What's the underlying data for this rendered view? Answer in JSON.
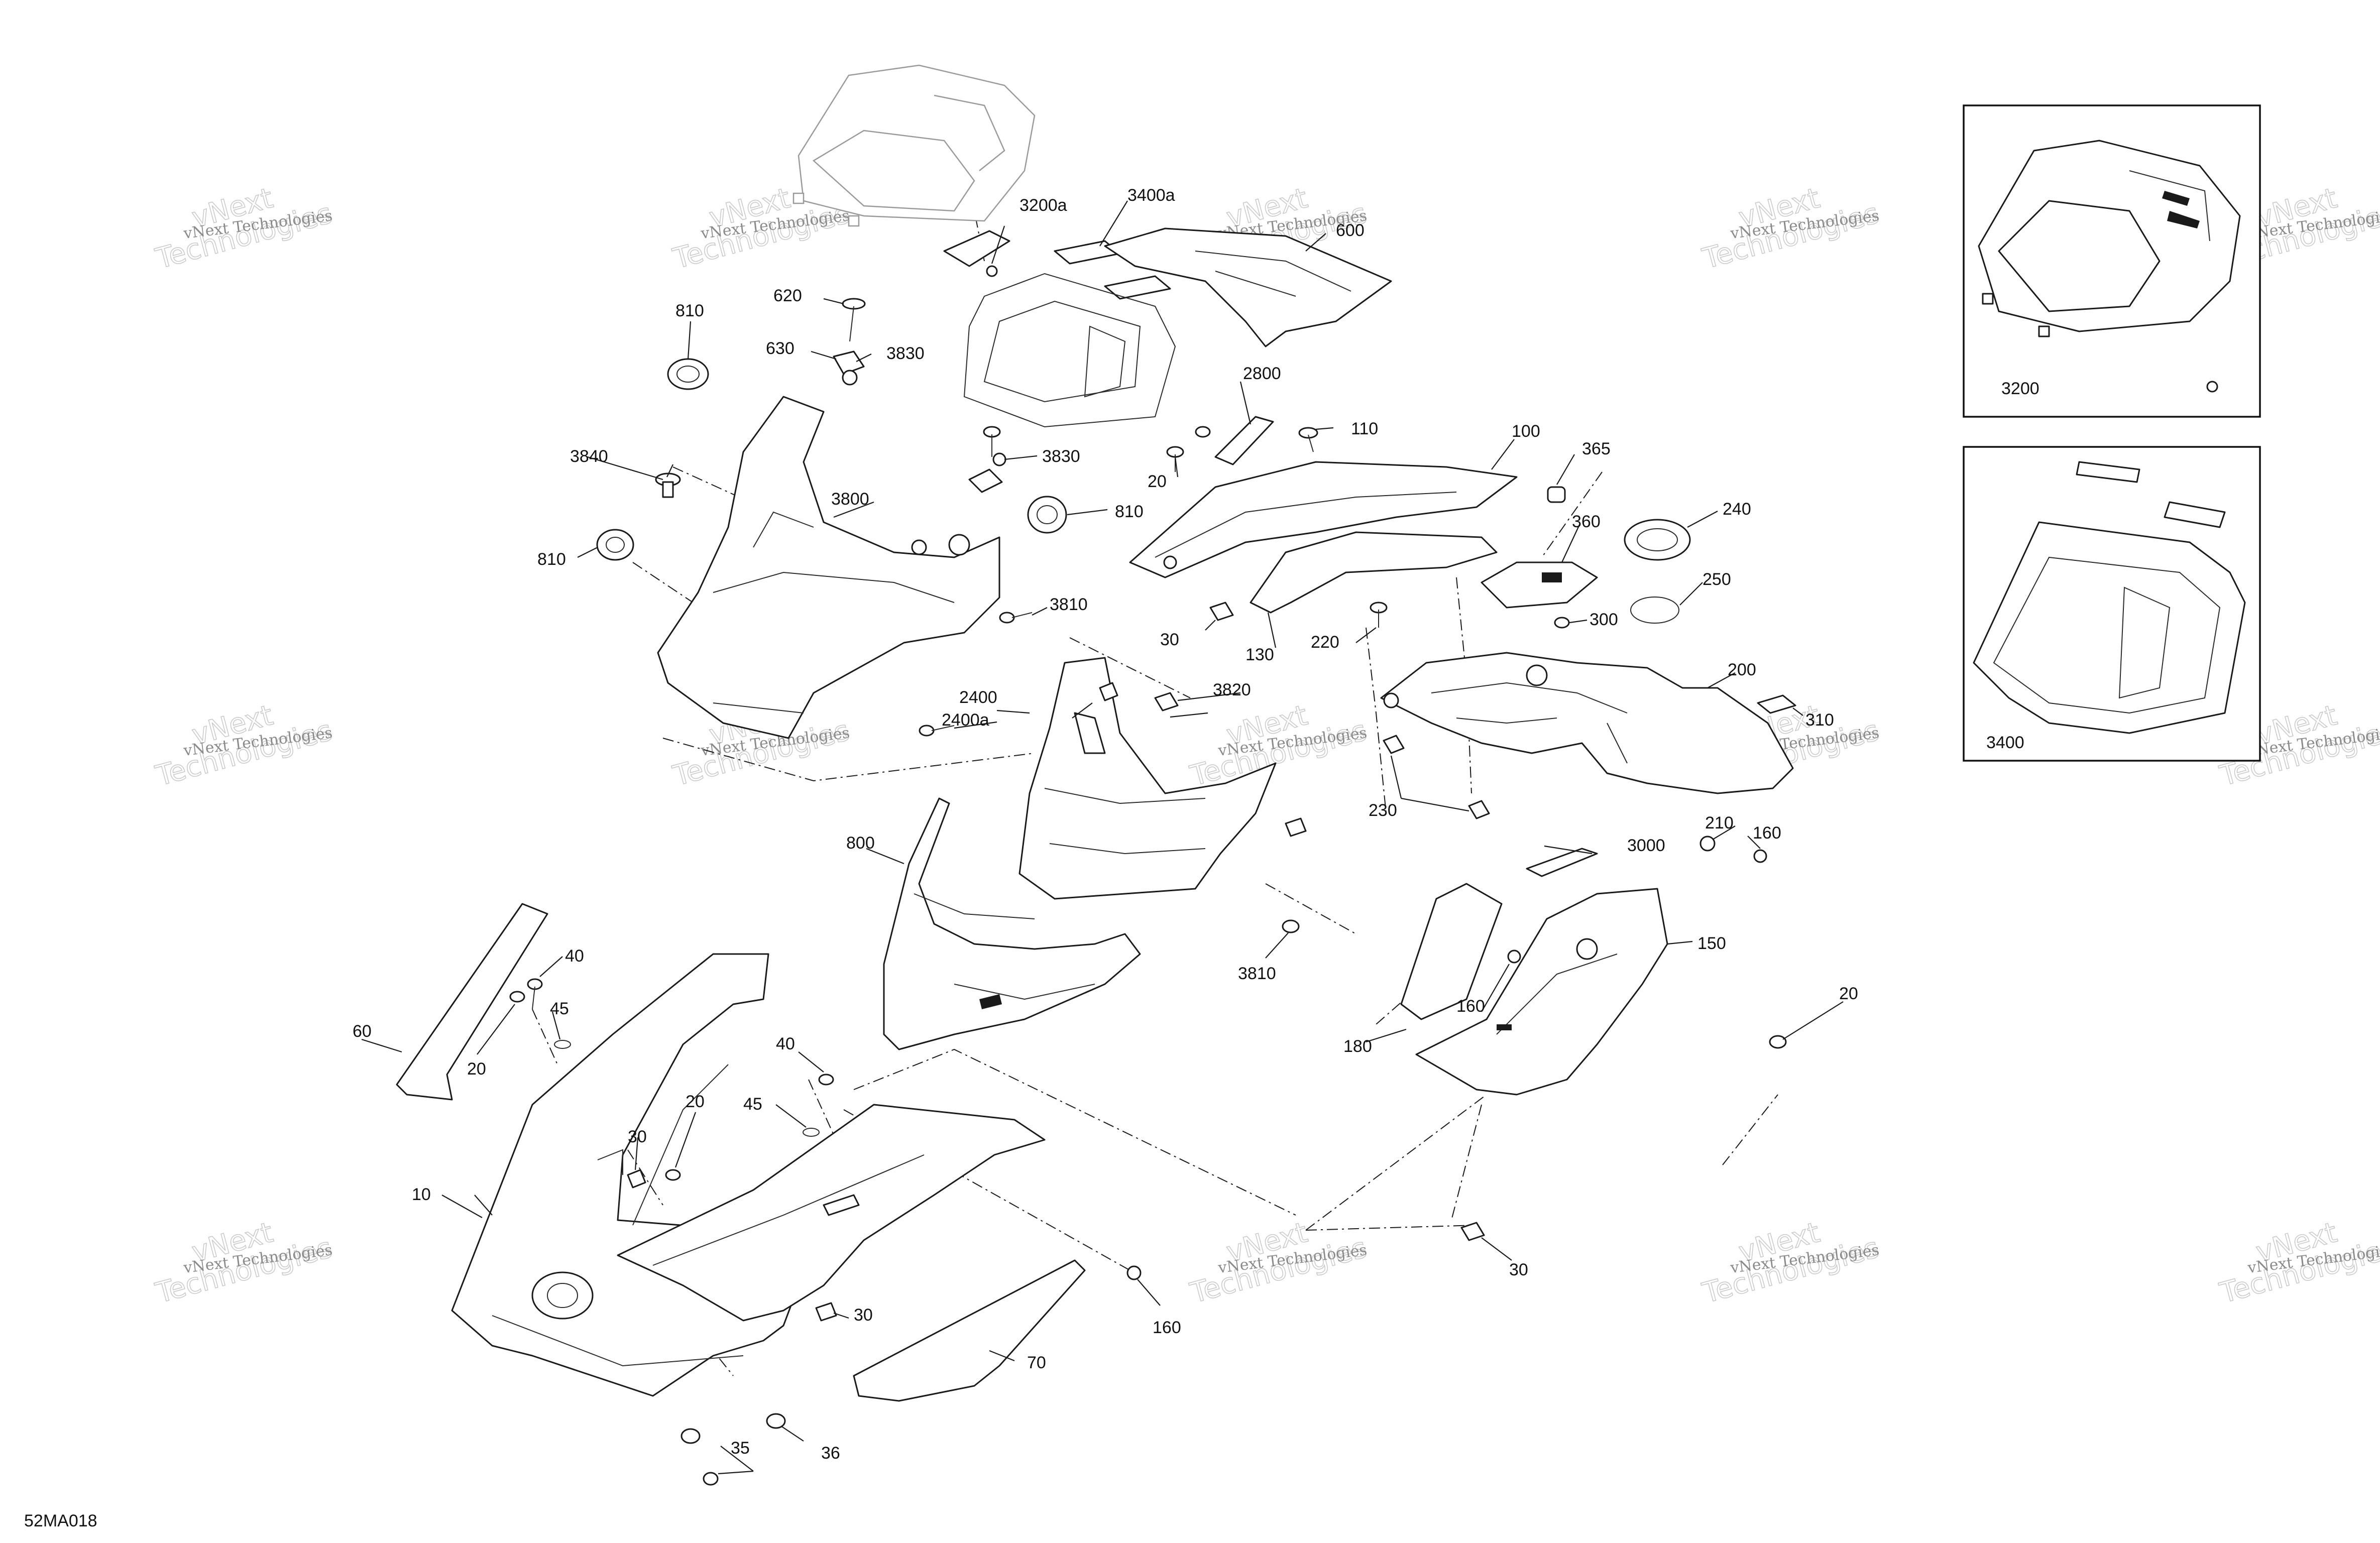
{
  "figure_code": "52MA018",
  "watermark": {
    "small": "vNext Technologies",
    "big_line1": "vNext",
    "big_line2": "Technologies"
  },
  "callouts": {
    "c10": "10",
    "c20a": "20",
    "c20b": "20",
    "c20c": "20",
    "c20d": "20",
    "c30a": "30",
    "c30b": "30",
    "c30c": "30",
    "c30d": "30",
    "c35": "35",
    "c36": "36",
    "c40a": "40",
    "c40b": "40",
    "c45a": "45",
    "c45b": "45",
    "c60": "60",
    "c70": "70",
    "c100": "100",
    "c110": "110",
    "c130": "130",
    "c150": "150",
    "c160a": "160",
    "c160b": "160",
    "c160c": "160",
    "c180": "180",
    "c200": "200",
    "c210": "210",
    "c220": "220",
    "c230": "230",
    "c240": "240",
    "c250": "250",
    "c300": "300",
    "c310": "310",
    "c360": "360",
    "c365": "365",
    "c600": "600",
    "c620": "620",
    "c630": "630",
    "c800": "800",
    "c810a": "810",
    "c810b": "810",
    "c810c": "810",
    "c2400": "2400",
    "c2400a": "2400a",
    "c2800": "2800",
    "c3000": "3000",
    "c3200a": "3200a",
    "c3400a": "3400a",
    "c3800": "3800",
    "c3810a": "3810",
    "c3810b": "3810",
    "c3820": "3820",
    "c3830a": "3830",
    "c3830b": "3830",
    "c3840": "3840"
  },
  "insets": {
    "top": {
      "label": "3200"
    },
    "bottom": {
      "label": "3400"
    }
  }
}
